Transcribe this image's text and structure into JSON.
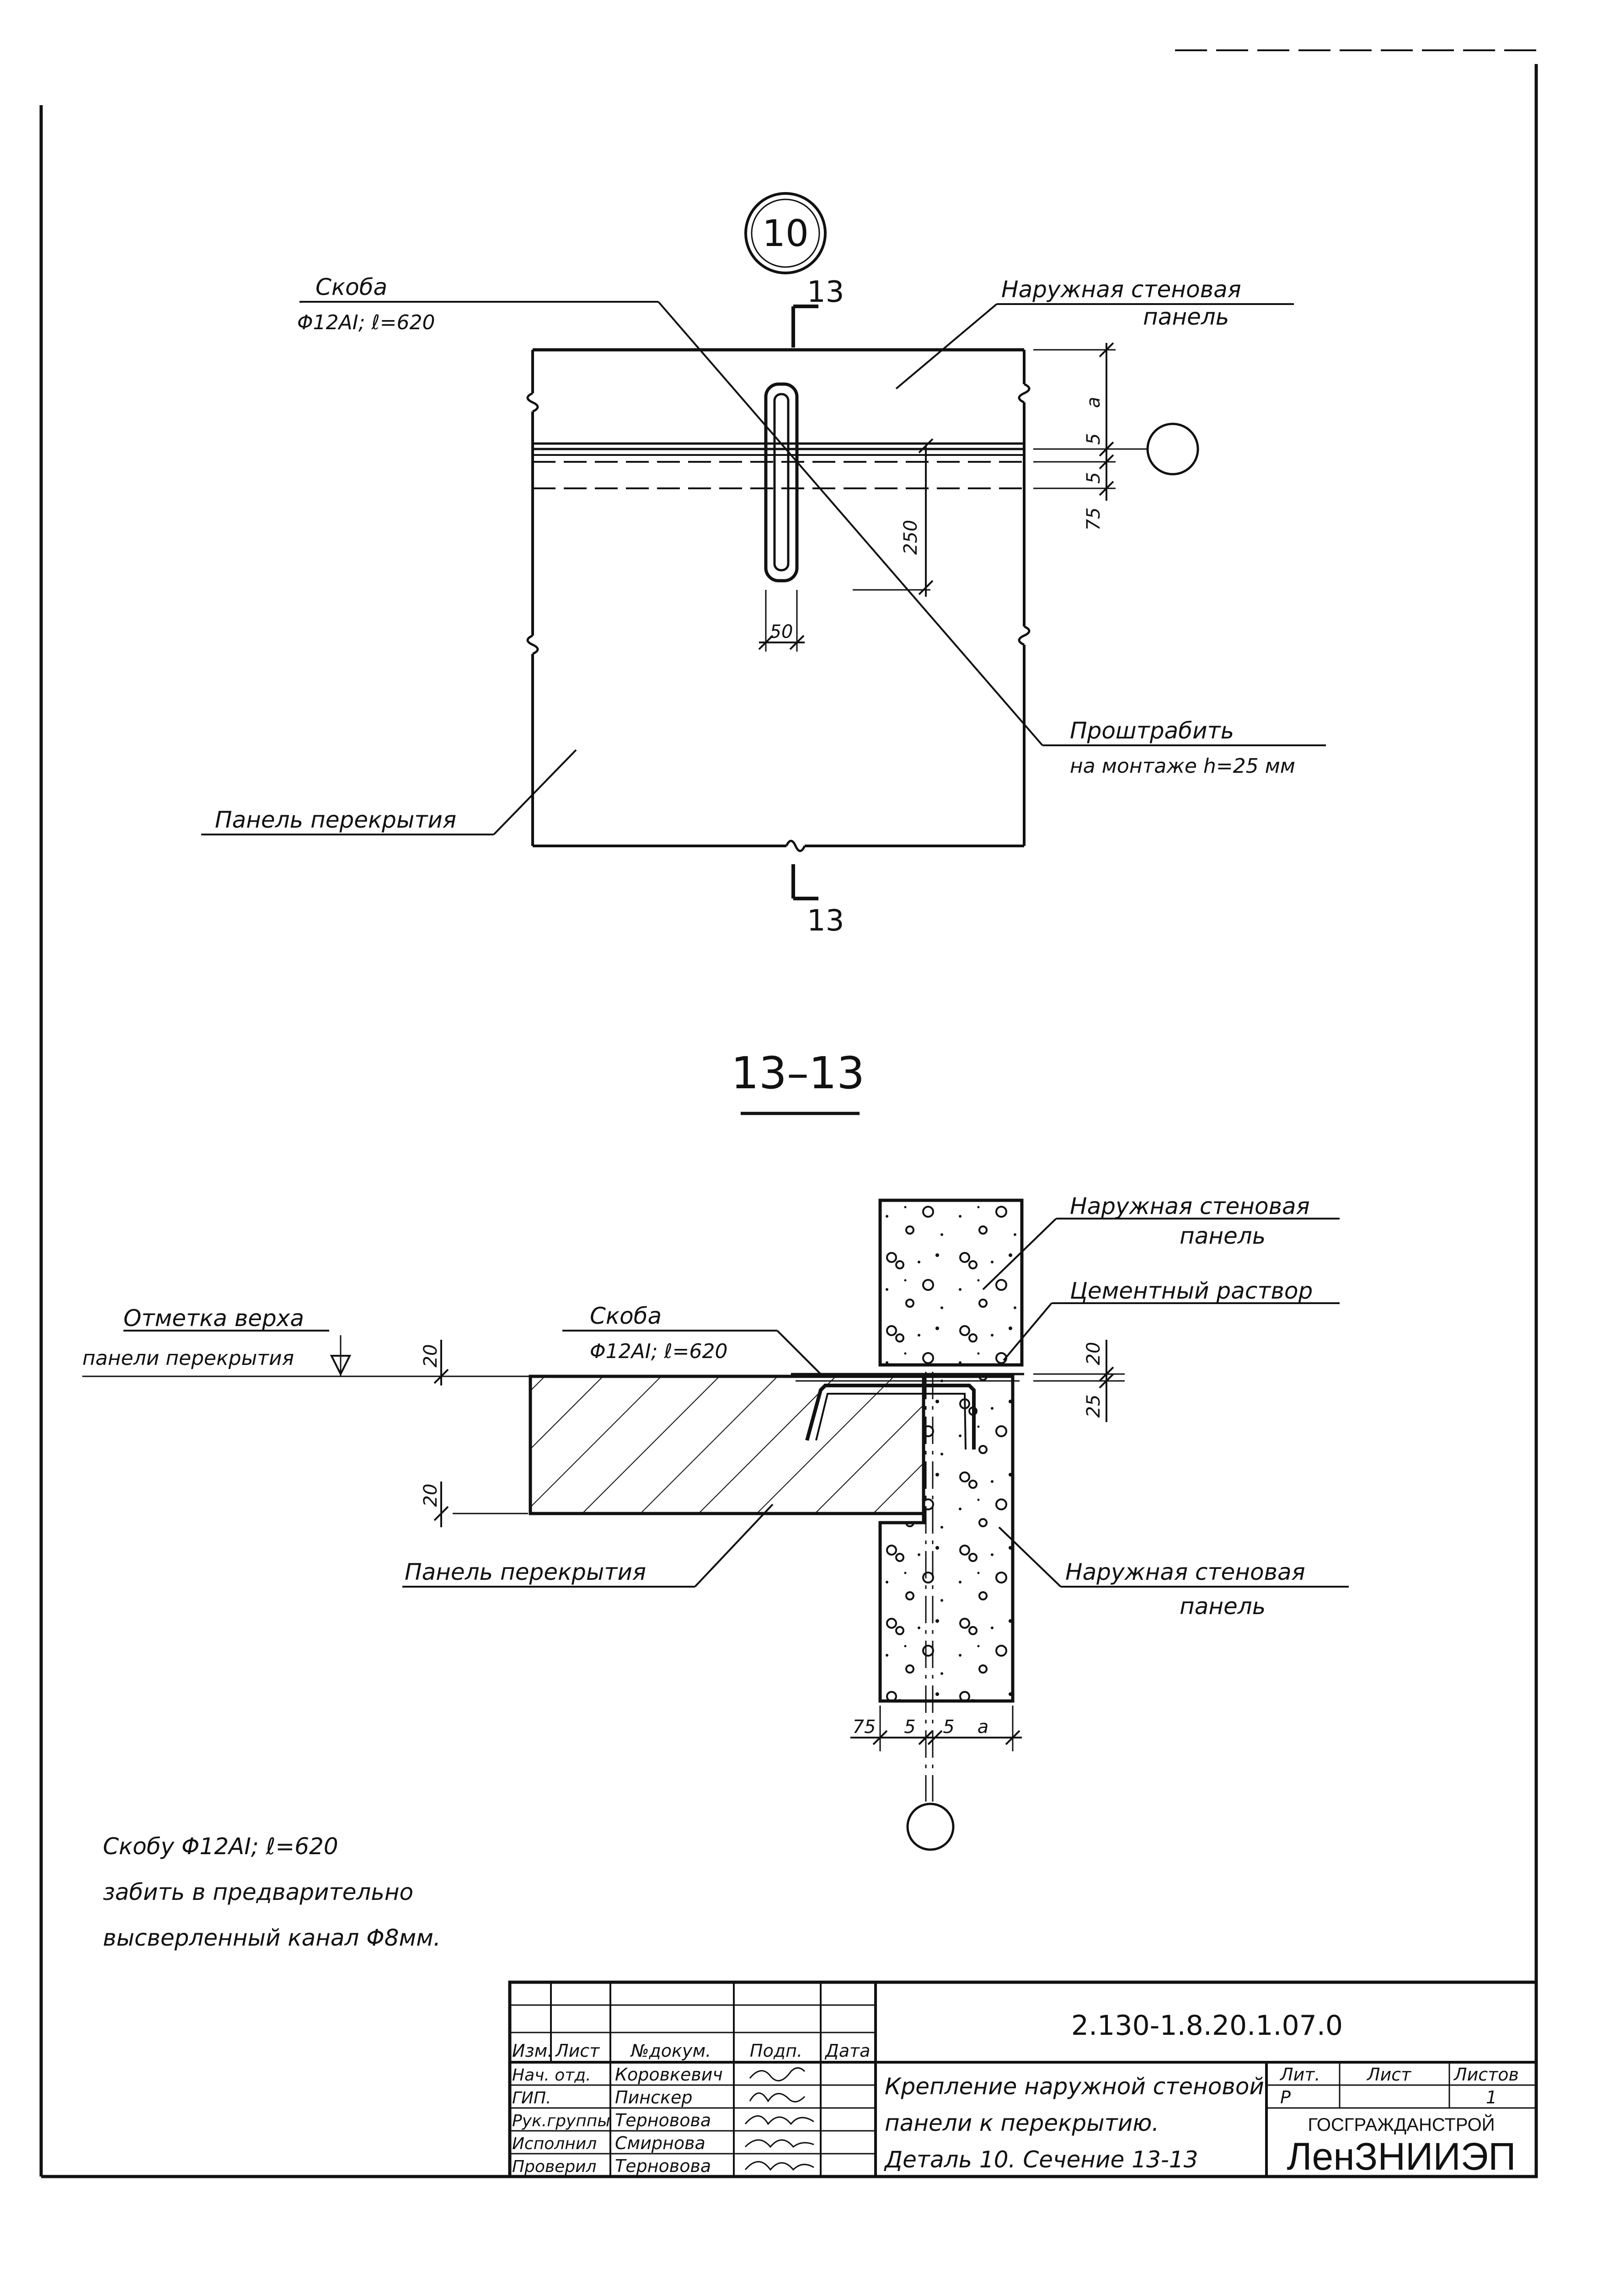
{
  "detail_number": "10",
  "section_mark": "13",
  "section_title": "13–13",
  "plan": {
    "bracket_label": "Скоба",
    "bracket_spec": "Φ12AI; ℓ=620",
    "wall_panel_label_1": "Наружная стеновая",
    "wall_panel_label_2": "панель",
    "caulk_label_1": "Проштрабить",
    "caulk_label_2": "на монтаже h=25 мм",
    "slab_label": "Панель перекрытия",
    "dim_a": "a",
    "dim_5a": "5",
    "dim_5b": "5",
    "dim_75": "75",
    "dim_250": "250",
    "dim_50": "50"
  },
  "section": {
    "wall_panel_top_1": "Наружная стеновая",
    "wall_panel_top_2": "панель",
    "mortar_label": "Цементный раствор",
    "level_label_1": "Отметка верха",
    "level_label_2": "панели перекрытия",
    "bracket_label": "Скоба",
    "bracket_spec": "Φ12AI; ℓ=620",
    "slab_label": "Панель перекрытия",
    "wall_panel_bottom_1": "Наружная стеновая",
    "wall_panel_bottom_2": "панель",
    "dim_20_top": "20",
    "dim_20_bottom": "20",
    "dim_20_right": "20",
    "dim_25_right": "25",
    "dim_75": "75",
    "dim_5a": "5",
    "dim_5b": "5",
    "dim_a": "a"
  },
  "note": {
    "line1": "Скобу Φ12AI; ℓ=620",
    "line2": "забить в предварительно",
    "line3": "высверленный канал Φ8мм."
  },
  "title_block": {
    "doc_code": "2.130-1.8.20.1.07.0",
    "col_izm": "Изм.",
    "col_list": "Лист",
    "col_ndoc": "№докум.",
    "col_podp": "Подп.",
    "col_data": "Дата",
    "rows": [
      {
        "role": "Нач. отд.",
        "name": "Коровкевич"
      },
      {
        "role": "ГИП.",
        "name": "Пинскер"
      },
      {
        "role": "Рук.группы",
        "name": "Терновова"
      },
      {
        "role": "Исполнил",
        "name": "Смирнова"
      },
      {
        "role": "Проверил",
        "name": "Терновова"
      }
    ],
    "title_1": "Крепление наружной стеновой",
    "title_2": "панели к перекрытию.",
    "title_3": "Деталь 10. Сечение 13-13",
    "lit_label": "Лит.",
    "sheet_label": "Лист",
    "sheets_label": "Листов",
    "lit_value": "Р",
    "sheets_value": "1",
    "org_1": "ГОСГРАЖДАНСТРОЙ",
    "org_2": "ЛенЗНИИЭП"
  }
}
